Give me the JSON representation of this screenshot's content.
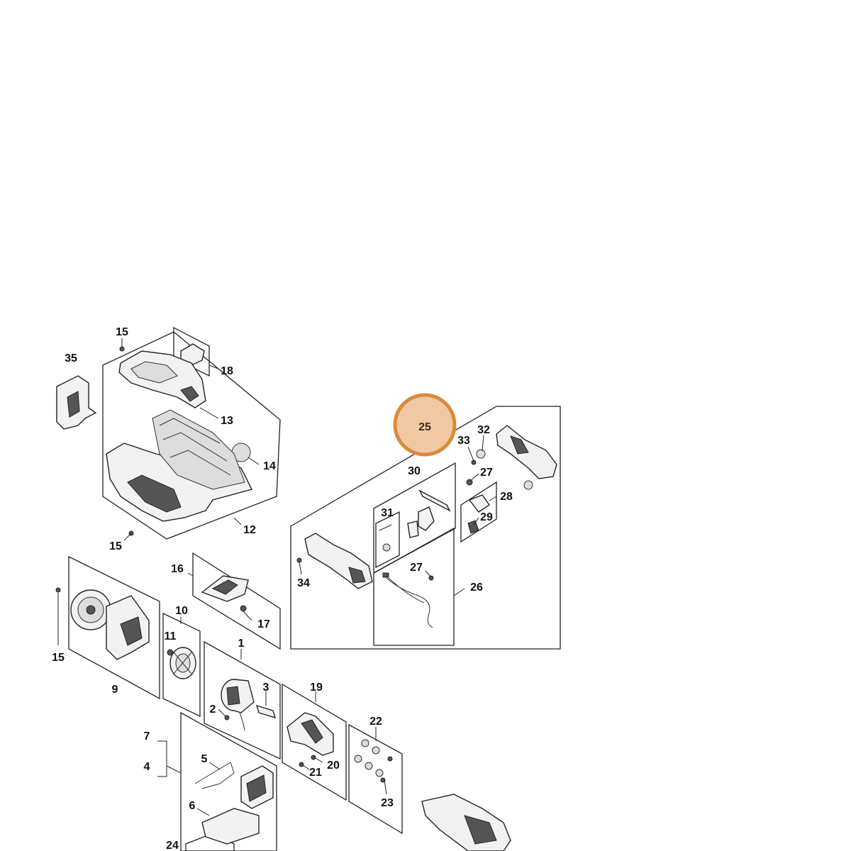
{
  "diagram": {
    "highlight_color": "#d98a3a",
    "highlight_fill": "#f0c9a4",
    "labels": [
      "35",
      "15",
      "18",
      "13",
      "14",
      "12",
      "15",
      "16",
      "17",
      "10",
      "11",
      "1",
      "3",
      "2",
      "15",
      "9",
      "19",
      "20",
      "21",
      "22",
      "23",
      "7",
      "4",
      "5",
      "6",
      "24",
      "25",
      "33",
      "32",
      "27",
      "30",
      "31",
      "28",
      "29",
      "34",
      "27",
      "26"
    ],
    "highlighted_label": "25"
  }
}
